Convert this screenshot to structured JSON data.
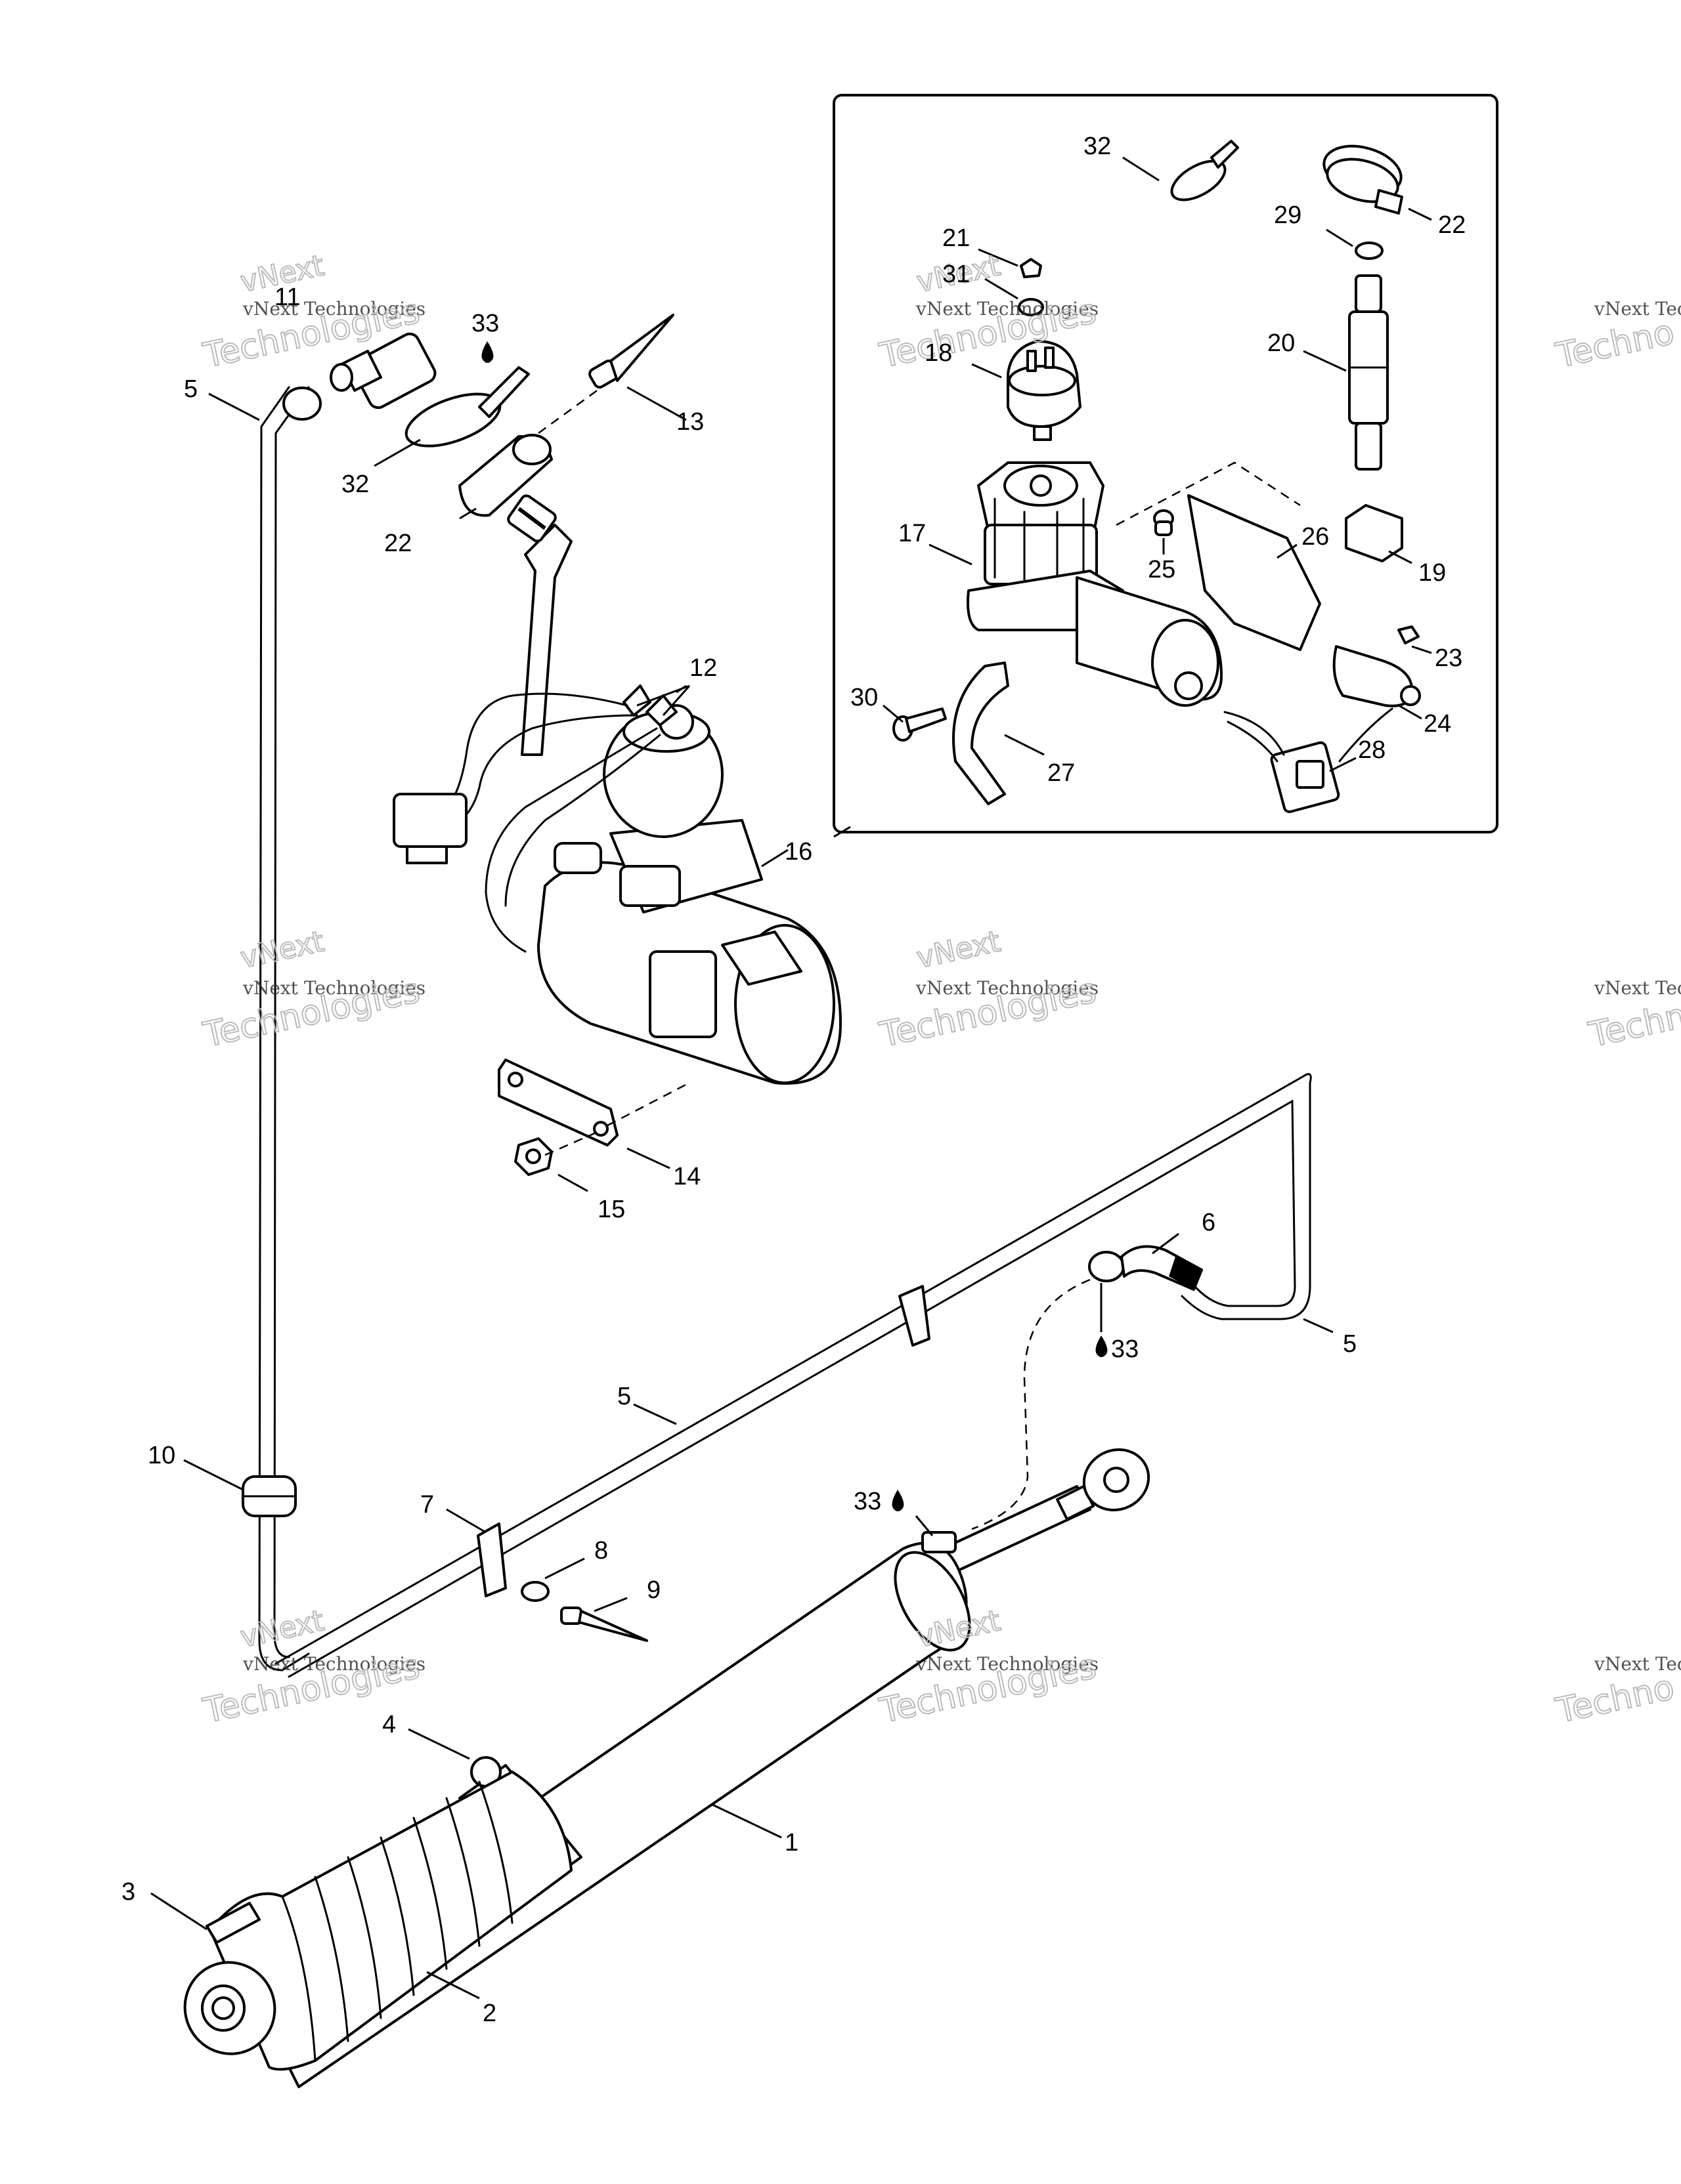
{
  "callouts": [
    "1",
    "2",
    "3",
    "4",
    "5",
    "6",
    "7",
    "8",
    "9",
    "10",
    "11",
    "12",
    "13",
    "14",
    "15",
    "16",
    "17",
    "18",
    "19",
    "20",
    "21",
    "22",
    "23",
    "24",
    "25",
    "26",
    "27",
    "28",
    "29",
    "30",
    "31",
    "32",
    "33"
  ],
  "watermark": {
    "line1": "vNext Technologies",
    "line2": "Technologies",
    "line3": "vNext",
    "line4": "vNext Tec",
    "line5": "Techno"
  },
  "icons": {
    "adhesive": "drop-icon"
  }
}
